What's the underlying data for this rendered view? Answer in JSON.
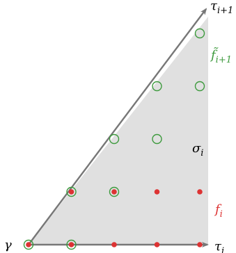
{
  "colors": {
    "region_fill": "#e0e0e0",
    "edge": "#777777",
    "red": "#dd3333",
    "green": "#3d9a3d",
    "text": "#000000"
  },
  "labels": {
    "tau_top": {
      "base": "τ",
      "sub": "i+1"
    },
    "tau_right": {
      "base": "τ",
      "sub": "i"
    },
    "f_tilde": {
      "base": "f̃",
      "sub": "i+1"
    },
    "sigma": {
      "base": "σ",
      "sub": "i"
    },
    "f": {
      "base": "f",
      "sub": "i"
    },
    "gamma": "γ"
  },
  "lattice": {
    "red_points": [
      [
        0,
        0
      ],
      [
        1,
        0
      ],
      [
        2,
        0
      ],
      [
        3,
        0
      ],
      [
        4,
        0
      ],
      [
        1,
        1
      ],
      [
        2,
        1
      ],
      [
        3,
        1
      ],
      [
        4,
        1
      ]
    ],
    "green_circles": [
      [
        0,
        0
      ],
      [
        1,
        0
      ],
      [
        1,
        1
      ],
      [
        2,
        1
      ],
      [
        2,
        2
      ],
      [
        3,
        2
      ],
      [
        3,
        3
      ],
      [
        4,
        3
      ],
      [
        4,
        4
      ]
    ]
  }
}
